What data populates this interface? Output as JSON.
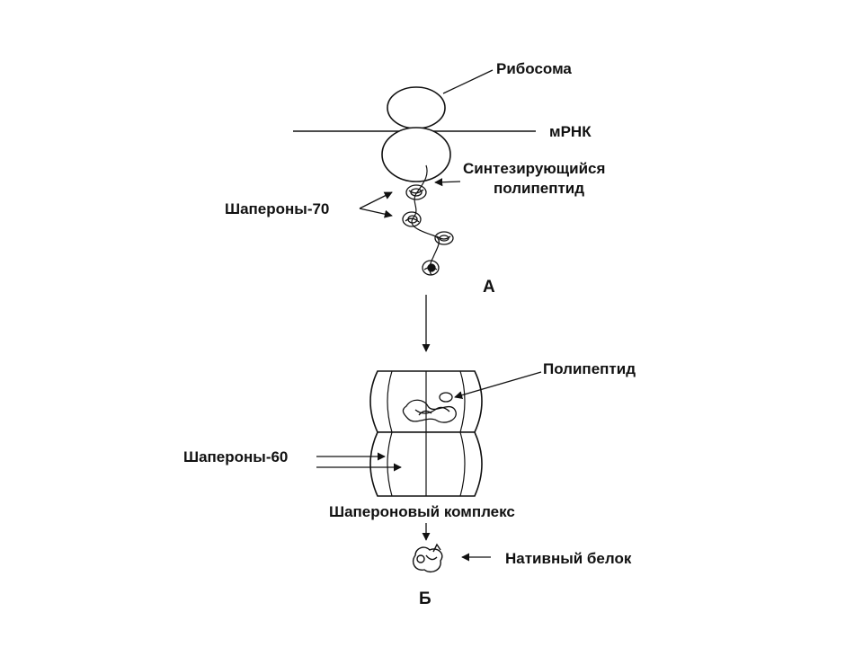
{
  "labels": {
    "ribosome": "Рибосома",
    "mrna": "мРНК",
    "synth_line1": "Синтезирующийся",
    "synth_line2": "полипептид",
    "hsp70": "Шапероны-70",
    "stage_a": "А",
    "polypeptide": "Полипептид",
    "hsp60": "Шапероны-60",
    "complex": "Шапероновый комплекс",
    "native": "Нативный белок",
    "stage_b": "Б"
  },
  "colors": {
    "ink": "#111111",
    "background": "#ffffff"
  }
}
